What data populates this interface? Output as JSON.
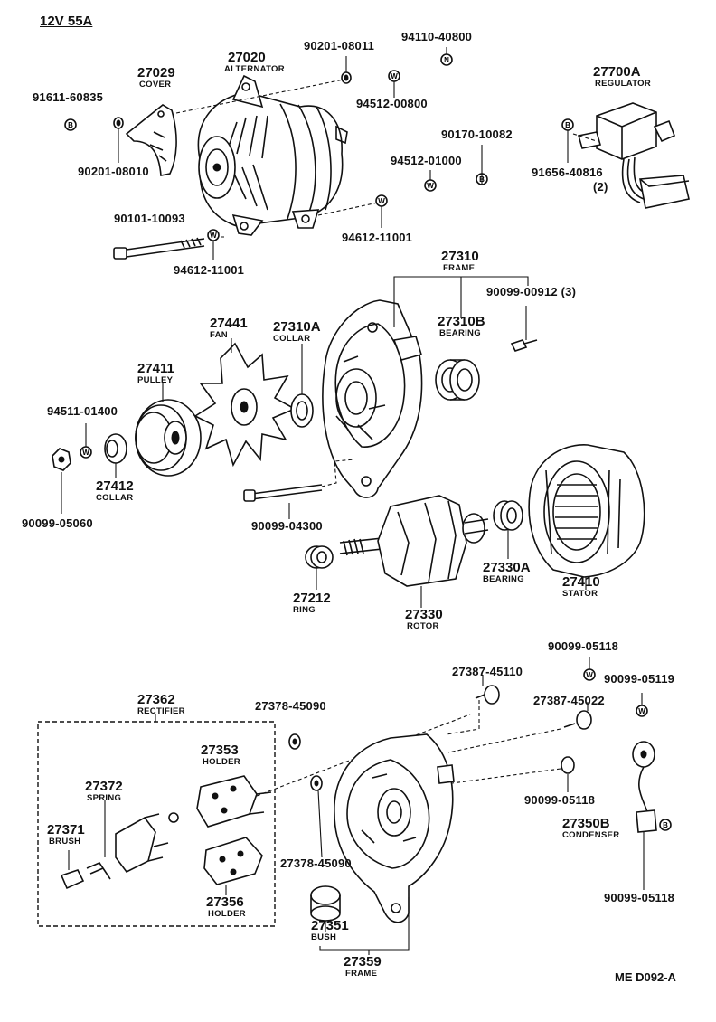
{
  "title": "12V 55A",
  "reference": "ME  D092-A",
  "parts": {
    "p27020": {
      "num": "27020",
      "name": "ALTERNATOR"
    },
    "p27029": {
      "num": "27029",
      "name": "COVER"
    },
    "p91611": {
      "num": "91611-60835"
    },
    "p90201a": {
      "num": "90201-08011"
    },
    "p94110": {
      "num": "94110-40800"
    },
    "p94512a": {
      "num": "94512-00800"
    },
    "p90201b": {
      "num": "90201-08010"
    },
    "p90170": {
      "num": "90170-10082"
    },
    "p94512b": {
      "num": "94512-01000"
    },
    "p27700": {
      "num": "27700A",
      "name": "REGULATOR"
    },
    "p91656": {
      "num": "91656-40816",
      "qty": "(2)"
    },
    "p90101": {
      "num": "90101-10093"
    },
    "p94612a": {
      "num": "94612-11001"
    },
    "p94612b": {
      "num": "94612-11001"
    },
    "p27310": {
      "num": "27310",
      "name": "FRAME"
    },
    "p90099a": {
      "num": "90099-00912 (3)"
    },
    "p27310b": {
      "num": "27310B",
      "name": "BEARING"
    },
    "p27441": {
      "num": "27441",
      "name": "FAN"
    },
    "p27310a": {
      "num": "27310A",
      "name": "COLLAR"
    },
    "p27411": {
      "num": "27411",
      "name": "PULLEY"
    },
    "p94511": {
      "num": "94511-01400"
    },
    "p27412": {
      "num": "27412",
      "name": "COLLAR"
    },
    "p90099b": {
      "num": "90099-05060"
    },
    "p90099c": {
      "num": "90099-04300"
    },
    "p27212": {
      "num": "27212",
      "name": "RING"
    },
    "p27330": {
      "num": "27330",
      "name": "ROTOR"
    },
    "p27330a": {
      "num": "27330A",
      "name": "BEARING"
    },
    "p27410": {
      "num": "27410",
      "name": "STATOR"
    },
    "p90099d": {
      "num": "90099-05118"
    },
    "p90099e": {
      "num": "90099-05119"
    },
    "p27387a": {
      "num": "27387-45110"
    },
    "p27387b": {
      "num": "27387-45022"
    },
    "p27362": {
      "num": "27362",
      "name": "RECTIFIER"
    },
    "p27378a": {
      "num": "27378-45090"
    },
    "p27353": {
      "num": "27353",
      "name": "HOLDER"
    },
    "p27372": {
      "num": "27372",
      "name": "SPRING"
    },
    "p27371": {
      "num": "27371",
      "name": "BRUSH"
    },
    "p27356": {
      "num": "27356",
      "name": "HOLDER"
    },
    "p27378b": {
      "num": "27378-45090"
    },
    "p90099f": {
      "num": "90099-05118"
    },
    "p27350b": {
      "num": "27350B",
      "name": "CONDENSER"
    },
    "p90099g": {
      "num": "90099-05118"
    },
    "p27351": {
      "num": "27351",
      "name": "BUSH"
    },
    "p27359": {
      "num": "27359",
      "name": "FRAME"
    }
  },
  "washer_glyphs": {
    "W": "W",
    "N": "N",
    "B": "B"
  }
}
